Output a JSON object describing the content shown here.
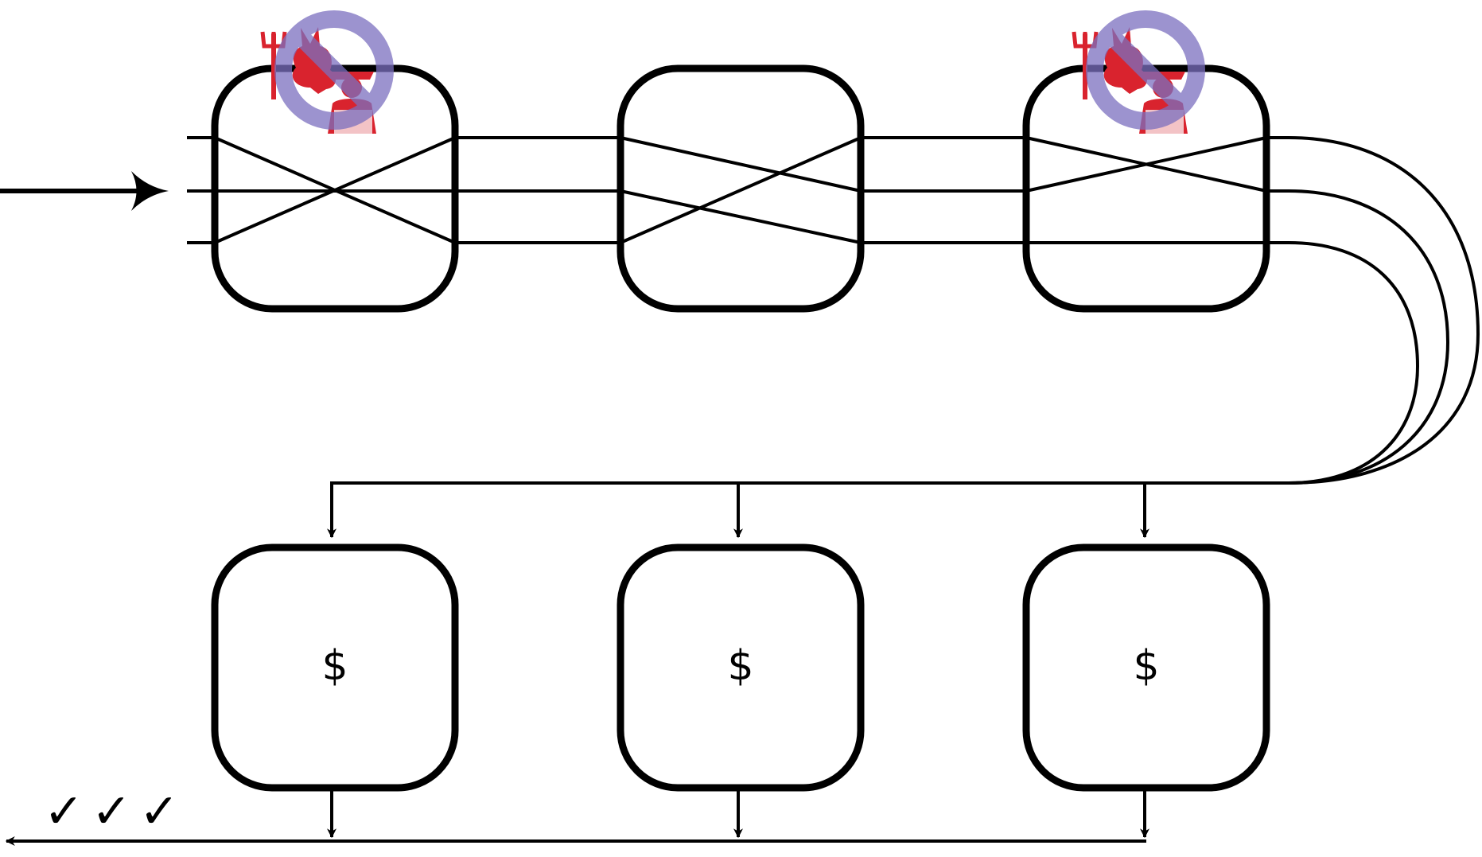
{
  "diagram": {
    "mixnet_nodes": [
      {
        "id": "mix-1",
        "compromised": true
      },
      {
        "id": "mix-2",
        "compromised": false
      },
      {
        "id": "mix-3",
        "compromised": true
      }
    ],
    "payment_nodes": [
      {
        "id": "pay-1",
        "symbol": "$"
      },
      {
        "id": "pay-2",
        "symbol": "$"
      },
      {
        "id": "pay-3",
        "symbol": "$"
      }
    ],
    "output_checkmarks": [
      "✓",
      "✓",
      "✓"
    ],
    "colors": {
      "stroke": "#000000",
      "adversary": "#d9232e",
      "prohibition": "#7b6fbf"
    },
    "icons": [
      "arrow-right-icon",
      "devil-icon",
      "hacker-icon",
      "no-sign-icon",
      "arrow-down-icon",
      "arrow-left-icon",
      "checkmark-icon"
    ]
  }
}
